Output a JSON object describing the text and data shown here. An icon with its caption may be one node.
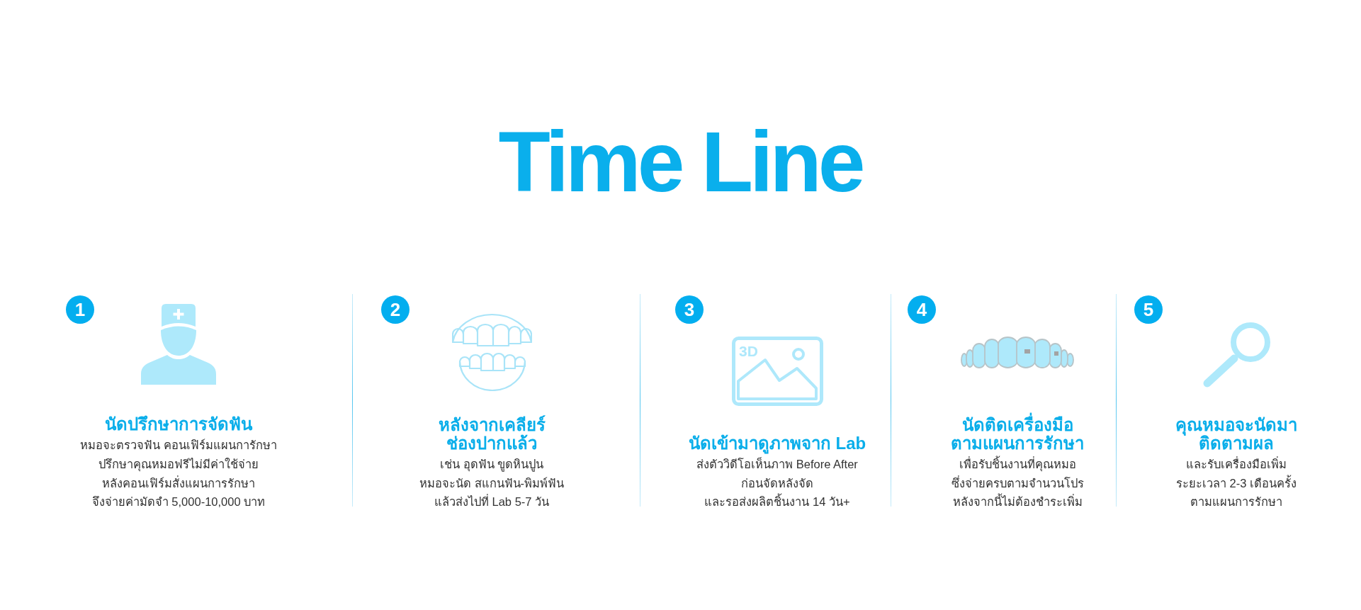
{
  "diagram": {
    "title": "Time Line",
    "nodes": [
      {
        "text": [
          "1"
        ],
        "beside": [
          "นัดปรึกษาการจัดฟัน",
          "หมอจะตรวจฟัน คอนเฟิร์มแผนการักษา ปรึกษาคุณหมอฟรีไม่มีค่าใช้จ่าย หลังคอนเฟิร์มสั่งแผนการรักษา จึงจ่ายค่ามัดจำ 5,000-10,000 บาท"
        ]
      },
      {
        "text": [
          "2"
        ],
        "beside": [
          "หลังจากเคลียร์ ช่องปากแล้ว",
          "เช่น อุดฟัน ขูดหินปูน หมอจะนัด สแกนฟัน-พิมพ์ฟัน แล้วส่งไปที่ Lab 5-7 วัน"
        ]
      },
      {
        "text": [
          "3"
        ],
        "beside": [
          "นัดเข้ามาดูภาพจาก Lab",
          "ส่งตัววิดีโอเห็นภาพ Before After ก่อนจัดหลังจัด และรอส่งผลิตชิ้นงาน 14 วัน+"
        ]
      },
      {
        "text": [
          "4"
        ],
        "beside": [
          "นัดติดเครื่องมือ ตามแผนการรักษา",
          "เพื่อรับชิ้นงานที่คุณหมอ ซึ่งจ่ายครบตามจำนวนโปร หลังจากนี้ไม่ต้องชำระเพิ่ม"
        ]
      },
      {
        "text": [
          "5"
        ],
        "beside": [
          "คุณหมอจะนัดมา ติดตามผล",
          "และรับเครื่องมือเพิ่ม ระยะเวลา 2-3 เดือนครั้ง ตามแผนการรักษา"
        ]
      }
    ],
    "labels": [
      "3D"
    ]
  }
}
